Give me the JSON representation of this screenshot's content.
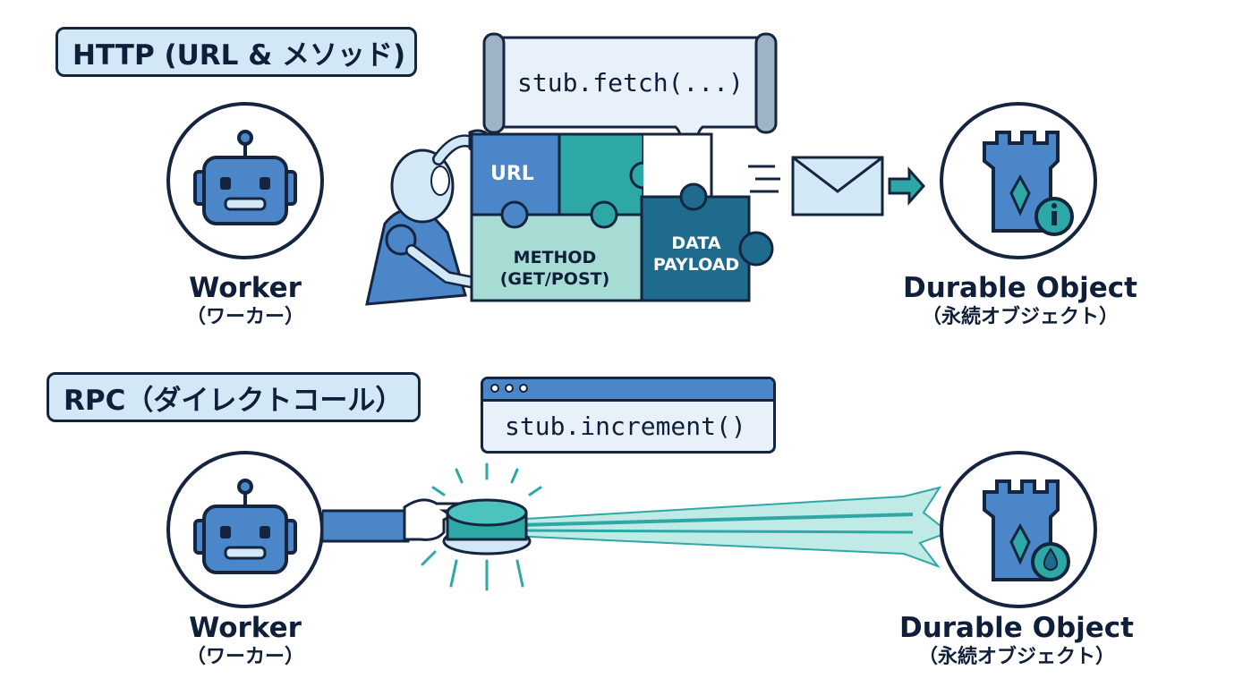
{
  "http": {
    "label": "HTTP (URL & メソッド)",
    "code": "stub.fetch(...)",
    "pieces": {
      "url": "URL",
      "method_line1": "METHOD",
      "method_line2": "(GET/POST)",
      "data_line1": "DATA",
      "data_line2": "PAYLOAD"
    },
    "worker": {
      "name": "Worker",
      "sub": "（ワーカー）"
    },
    "target": {
      "name": "Durable Object",
      "sub": "（永続オブジェクト）"
    }
  },
  "rpc": {
    "label": "RPC（ダイレクトコール）",
    "code": "stub.increment()",
    "worker": {
      "name": "Worker",
      "sub": "（ワーカー）"
    },
    "target": {
      "name": "Durable Object",
      "sub": "（永続オブジェクト）"
    }
  },
  "colors": {
    "outline": "#15243f",
    "blue": "#4a86c8",
    "light_blue": "#d3e8f6",
    "teal": "#2ea8a6",
    "mint": "#a6dcd4",
    "dark_teal": "#1f6b8e"
  }
}
